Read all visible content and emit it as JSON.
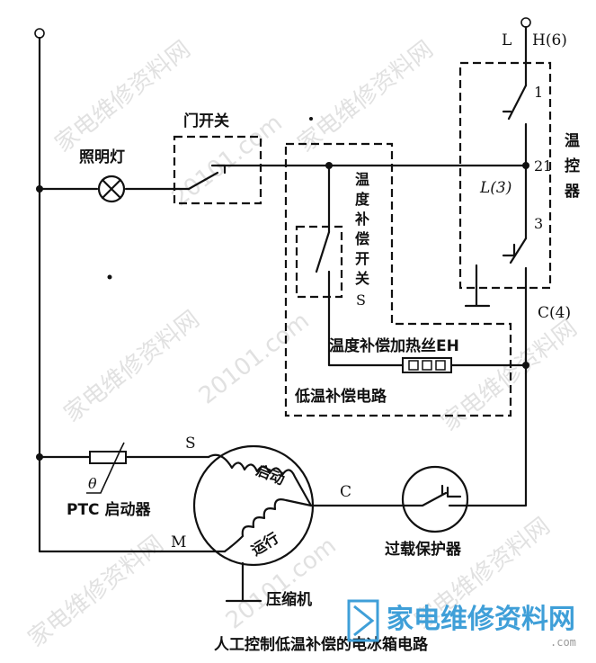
{
  "labels": {
    "lighting_lamp": "照明灯",
    "door_switch": "门开关",
    "thermostat": [
      "温",
      "控",
      "器"
    ],
    "compensation_switch": [
      "温",
      "度",
      "补",
      "偿",
      "开",
      "关",
      "S"
    ],
    "heater": "温度补偿加热丝EH",
    "circuit_box": "低温补偿电路",
    "ptc_starter": "PTC 启动器",
    "theta": "θ",
    "start_winding": "启动",
    "run_winding": "运行",
    "compressor": "压缩机",
    "overload": "过载保护器",
    "caption": "人工控制低温补偿的电冰箱电路"
  },
  "terminals": {
    "L": "L",
    "H6": "H(6)",
    "t1": "1",
    "t2": "2",
    "t3": "3",
    "L3": "L(3)",
    "C4": "C(4)",
    "S": "S",
    "C": "C",
    "M": "M"
  },
  "watermark": {
    "site_cn": "家电维修资料网",
    "site_num": "20101.com",
    "logo_cn": "家电维修资料网",
    "logo_url": ".com"
  },
  "colors": {
    "line": "#111111",
    "logo": "#3f9fd8",
    "watermark": "#c9c9c9"
  }
}
